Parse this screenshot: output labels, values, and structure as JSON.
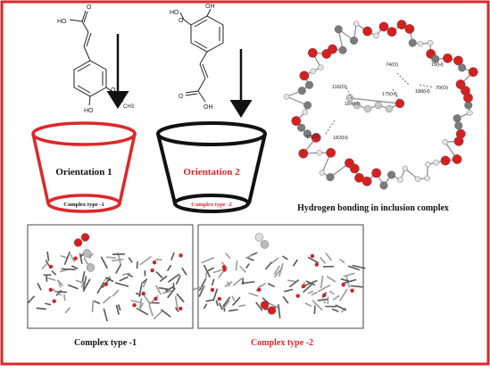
{
  "colors": {
    "frame": "#e0262a",
    "black": "#111111",
    "oxygen": "#d61f1f",
    "carbon": "#7b7b7b",
    "hydrogen": "#e4e4e4"
  },
  "molecules": {
    "mol1": {
      "label_top": "HO",
      "label_bottom": "HO",
      "label_side": "CH3",
      "label_o": "O"
    },
    "mol2": {
      "label_top_left": "HO",
      "label_top_right": "OH",
      "label_bottom": "OH",
      "label_o": "O"
    }
  },
  "cups": {
    "cup1": {
      "title": "Orientation 1",
      "subtitle": "Complex type -1",
      "color": "#e0262a"
    },
    "cup2": {
      "title": "Orientation 2",
      "subtitle": "Complex type -2",
      "color": "#111111"
    }
  },
  "hbond": {
    "caption": "Hydrogen bonding in inclusion complex",
    "atom_labels": [
      "74(O)",
      "116(O)",
      "184(H)",
      "175(H)",
      "188(H)",
      "70(O)",
      "182(H)",
      "18(O)",
      "19(H)"
    ]
  },
  "complexes": {
    "left_caption": "Complex type -1",
    "right_caption": "Complex type -2"
  }
}
